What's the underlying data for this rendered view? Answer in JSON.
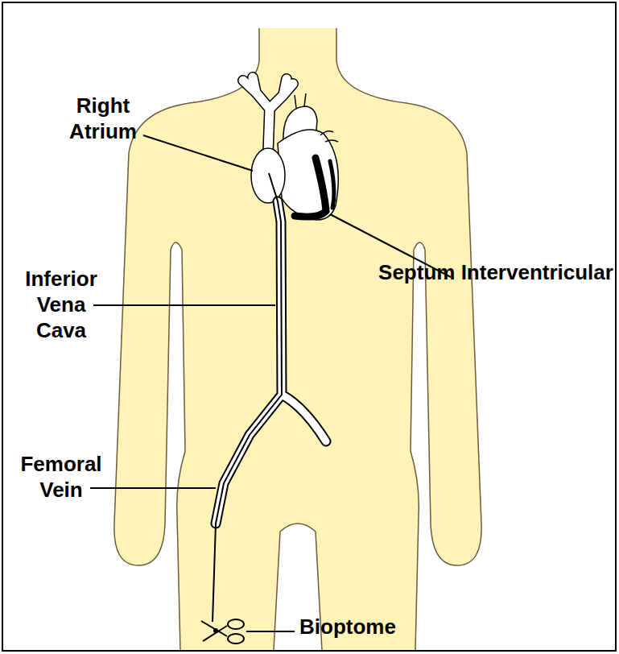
{
  "diagram": {
    "labels": [
      "Right Atrium",
      "Inferior Vena Cava",
      "Femoral Vein",
      "Septum Interventricular",
      "Bioptome"
    ]
  }
}
